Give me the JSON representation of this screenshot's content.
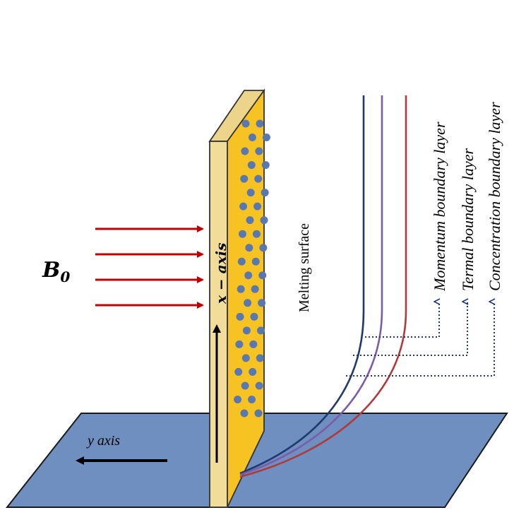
{
  "labels": {
    "field_symbol": "B",
    "field_subscript": "0",
    "x_axis": "x − axis",
    "y_axis": "y axis",
    "melting_surface": "Melting surface",
    "momentum_layer": "Momentum  boundary layer",
    "thermal_layer": "Termal boundary layer",
    "concentration_layer": "Concentration boundary layer"
  },
  "colors": {
    "ground": "#6e8fc0",
    "plate_front": "#f2dc9a",
    "plate_side": "#f7c323",
    "particles": "#5a78b0",
    "field_arrows": "#c00000",
    "momentum_curve": "#1f3b6e",
    "thermal_curve": "#7a5ca8",
    "concentration_curve": "#b03a3a",
    "leader_lines": "#1f3b6e"
  },
  "icons": {
    "field_arrow": "right-arrow-icon",
    "axis_arrow": "arrow-icon",
    "leader_arrow": "dotted-arrow-up-icon"
  }
}
